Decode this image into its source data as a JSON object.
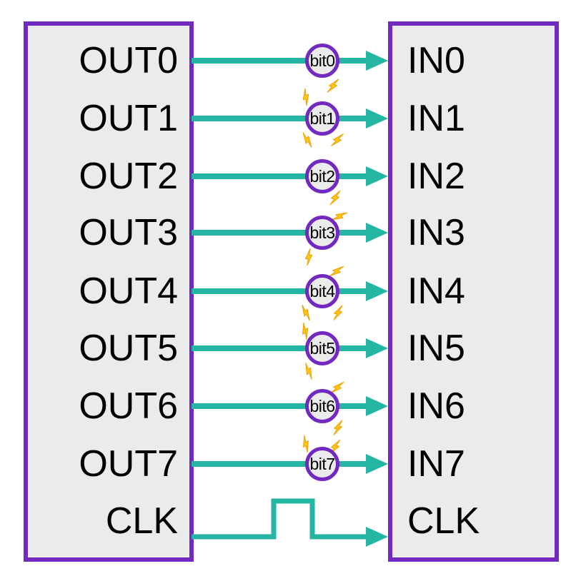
{
  "sender": {
    "ports": [
      "OUT0",
      "OUT1",
      "OUT2",
      "OUT3",
      "OUT4",
      "OUT5",
      "OUT6",
      "OUT7"
    ],
    "clk": "CLK"
  },
  "receiver": {
    "ports": [
      "IN0",
      "IN1",
      "IN2",
      "IN3",
      "IN4",
      "IN5",
      "IN6",
      "IN7"
    ],
    "clk": "CLK"
  },
  "bus": {
    "bits": [
      "bit0",
      "bit1",
      "bit2",
      "bit3",
      "bit4",
      "bit5",
      "bit6",
      "bit7"
    ]
  },
  "colors": {
    "box_border": "#7229BF",
    "box_fill": "#EBEBEB",
    "wire": "#25B5A3",
    "bolt_fill": "#FFC814",
    "bolt_outline": "#F0A50A",
    "label_text": "#000000"
  }
}
